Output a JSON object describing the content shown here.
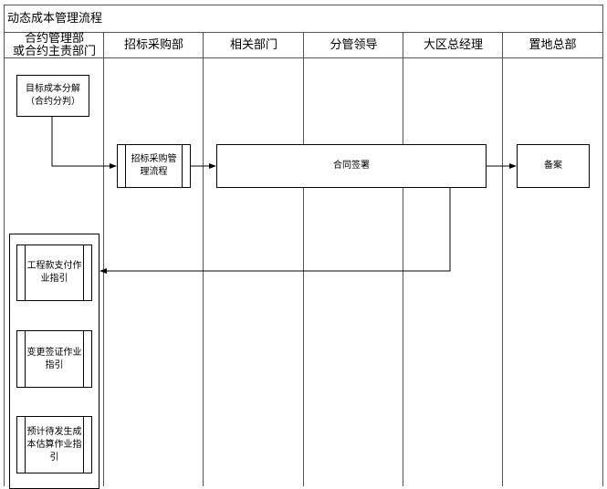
{
  "title": "动态成本管理流程",
  "lanes": [
    "合约管理部\n或合约主责部门",
    "招标采购部",
    "相关部门",
    "分管领导",
    "大区总经理",
    "置地总部"
  ],
  "nodes": {
    "target_cost": "目标成本分解（合约分判）",
    "tender_process": "招标采购管理流程",
    "contract_sign": "合同签署",
    "filing": "备案",
    "payment_guide": "工程款支付作业指引",
    "change_guide": "变更签证作业指引",
    "estimate_guide": "预计待发生成本估算作业指引"
  }
}
